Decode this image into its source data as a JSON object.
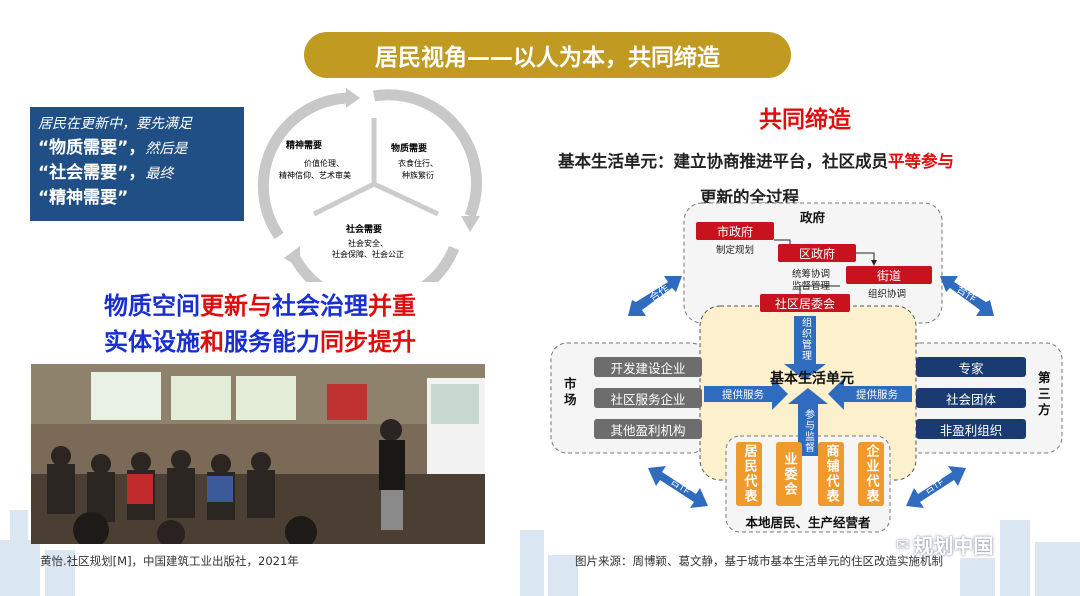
{
  "title": "居民视角——以人为本，共同缔造",
  "left_panel": {
    "intro_lines": [
      {
        "text": "居民在更新中，要先满足",
        "style": "it"
      },
      {
        "text": "“物质需要”，",
        "style": "bd",
        "tail": "然后是"
      },
      {
        "text": "“社会需要”，",
        "style": "bd",
        "tail": "最终"
      },
      {
        "text": "“精神需要”",
        "style": "bd",
        "tail": ""
      }
    ],
    "cycle": {
      "spiritual": {
        "title": "精神需要",
        "lines": [
          "价值伦理、",
          "精神信仰、艺术审美"
        ]
      },
      "material": {
        "title": "物质需要",
        "lines": [
          "衣食住行、",
          "种族繁衍"
        ]
      },
      "social": {
        "title": "社会需要",
        "lines": [
          "社会安全、",
          "社会保障、社会公正"
        ]
      }
    },
    "slogan1": [
      {
        "text": "物质空间",
        "color": "blue"
      },
      {
        "text": "更新与",
        "color": "red"
      },
      {
        "text": "社会治理",
        "color": "blue"
      },
      {
        "text": "并重",
        "color": "red"
      }
    ],
    "slogan2": [
      {
        "text": "实体设施",
        "color": "blue"
      },
      {
        "text": "和",
        "color": "red"
      },
      {
        "text": "服务能力",
        "color": "blue"
      },
      {
        "text": "同步提升",
        "color": "red"
      }
    ],
    "caption": "黄怡.社区规划[M]，中国建筑工业出版社，2021年"
  },
  "right_panel": {
    "heading": "共同缔造",
    "desc_line1_prefix": "基本生活单元：建立协商推进平台，社区成员",
    "desc_line1_highlight": "平等参与",
    "desc_line2": "更新的全过程",
    "diagram": {
      "government": {
        "label": "政府",
        "city_gov": "市政府",
        "city_gov_note": "制定规划",
        "district_gov": "区政府",
        "district_gov_note": [
          "统筹协调",
          "监督管理"
        ],
        "street": "街道",
        "street_note": "组织协调",
        "committee": "社区居委会"
      },
      "market": {
        "label": "市场",
        "items": [
          "开发建设企业",
          "社区服务企业",
          "其他盈利机构"
        ]
      },
      "third_sector": {
        "label": "第三方",
        "items": [
          "专家",
          "社会团体",
          "非盈利组织"
        ]
      },
      "center": "基本生活单元",
      "org_mgmt": "组织管理",
      "participate": "参与监督",
      "provide_service_left": "提供服务",
      "provide_service_right": "提供服务",
      "cooperate": "合作",
      "residents": {
        "label": "本地居民、生产经营者",
        "items": [
          "居民代表",
          "业委会",
          "商铺代表",
          "企业代表"
        ]
      }
    },
    "caption": "图片来源：周博颖、葛文静，基于城市基本生活单元的住区改造实施机制"
  },
  "watermark": "规划中国",
  "colors": {
    "gold": "#c19a22",
    "navy": "#1f4f84",
    "red": "#e00d0d",
    "blue": "#1a2fd1",
    "orange": "#ee9a2d",
    "grey_box": "#6d6d6d",
    "dark_navy": "#1a3a72",
    "arrow_blue": "#2f6bbf"
  }
}
